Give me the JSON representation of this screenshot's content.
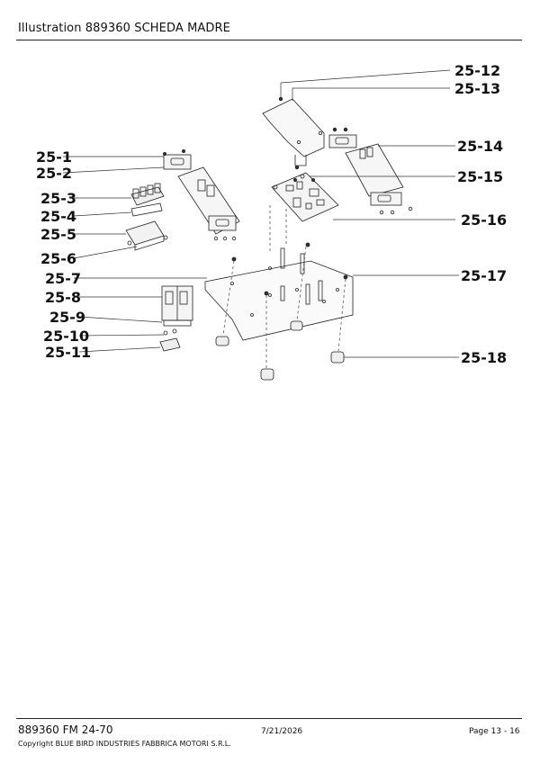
{
  "header": {
    "title": "Illustration  889360 SCHEDA MADRE"
  },
  "callouts": {
    "c1": "25-1",
    "c2": "25-2",
    "c3": "25-3",
    "c4": "25-4",
    "c5": "25-5",
    "c6": "25-6",
    "c7": "25-7",
    "c8": "25-8",
    "c9": "25-9",
    "c10": "25-10",
    "c11": "25-11",
    "c12": "25-12",
    "c13": "25-13",
    "c14": "25-14",
    "c15": "25-15",
    "c16": "25-16",
    "c17": "25-17",
    "c18": "25-18"
  },
  "footer": {
    "doc_code": "889360 FM 24-70",
    "date": "7/21/2026",
    "page": "Page 13 - 16",
    "copyright": "Copyright BLUE BIRD INDUSTRIES FABBRICA MOTORI S.R.L."
  }
}
